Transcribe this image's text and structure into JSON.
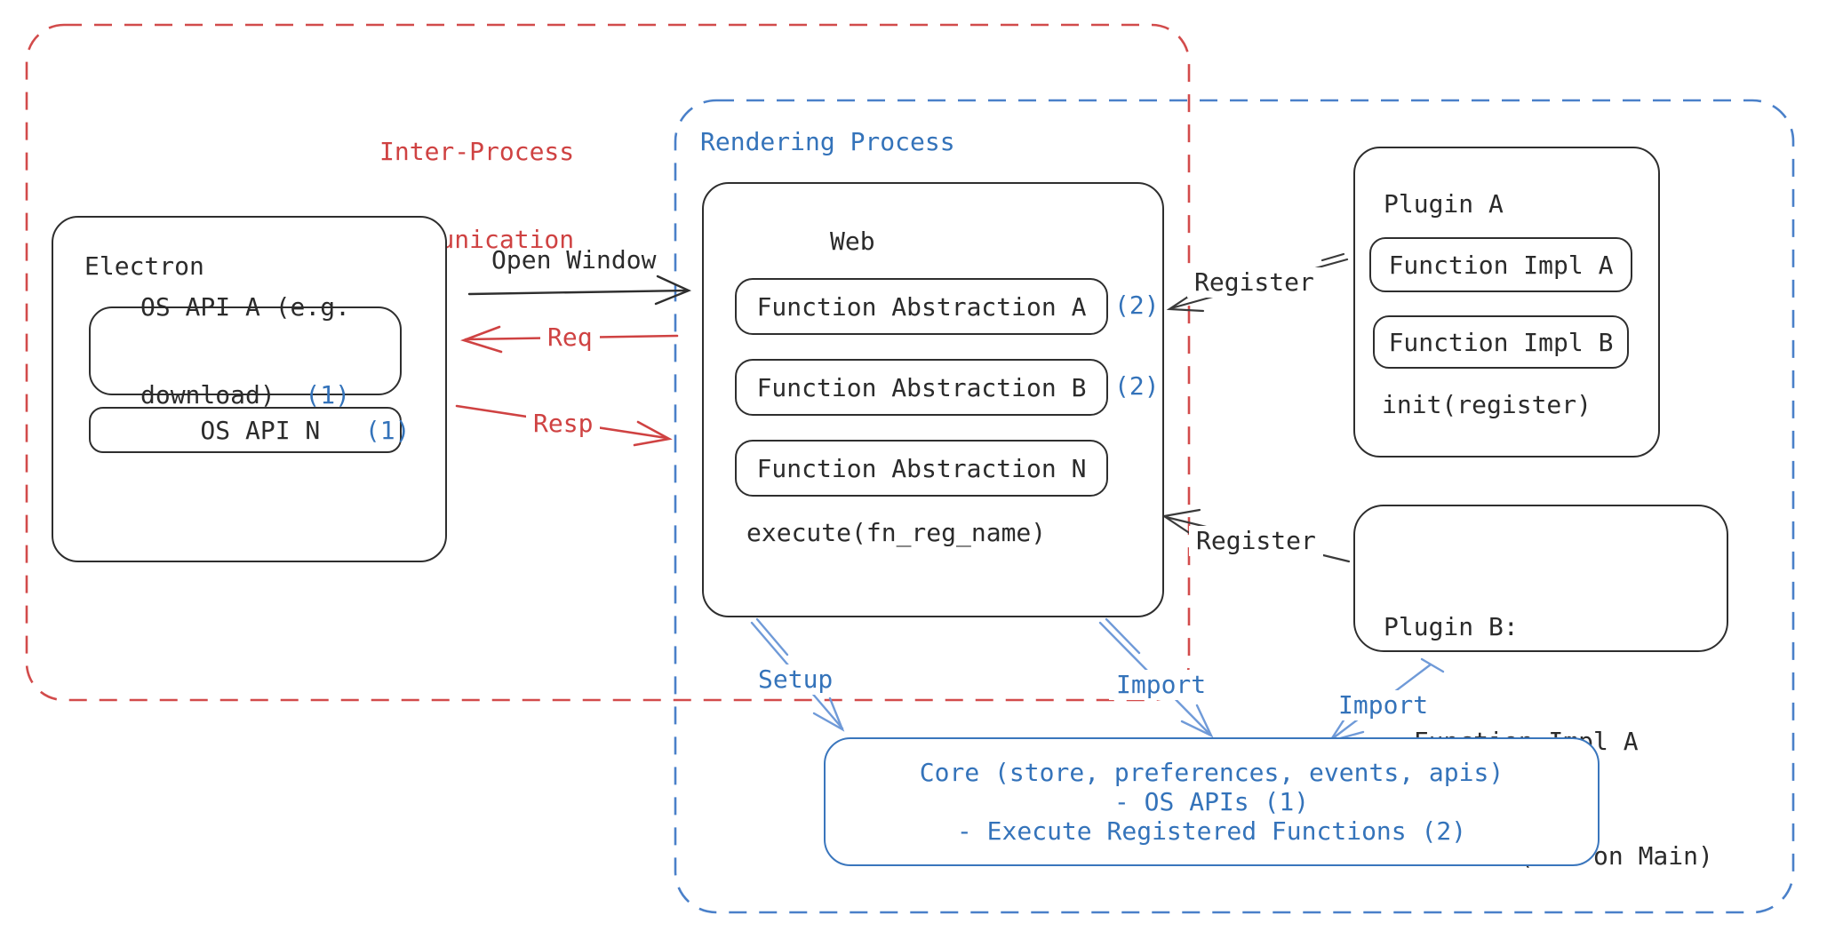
{
  "colors": {
    "red": "#cf4242",
    "blue": "#3473ba",
    "light_blue_arrow": "#6f9ad8",
    "black": "#2b2b2b"
  },
  "ipc_boundary": {
    "label_line1": "Inter-Process",
    "label_line2": "Communication"
  },
  "rendering_boundary": {
    "label": "Rendering Process"
  },
  "electron": {
    "title": "Electron",
    "os_api_a": {
      "line1": "OS API A (e.g.",
      "line2": "download)",
      "badge": "(1)"
    },
    "os_api_n": {
      "label": "OS API N",
      "badge": "(1)"
    }
  },
  "arrows": {
    "open_window": "Open Window",
    "req": "Req",
    "resp": "Resp",
    "register_a": "Register",
    "register_b": "Register",
    "setup": "Setup",
    "import_web": "Import",
    "import_plugin_b": "Import"
  },
  "web": {
    "title": "Web",
    "items": [
      {
        "label": "Function Abstraction A",
        "badge": "(2)"
      },
      {
        "label": "Function Abstraction B",
        "badge": "(2)"
      },
      {
        "label": "Function Abstraction N",
        "badge": ""
      }
    ],
    "execute": "execute(fn_reg_name)"
  },
  "plugin_a": {
    "title": "Plugin A",
    "impl_a": "Function Impl A",
    "impl_b": "Function Impl B",
    "init": "init(register)"
  },
  "plugin_b": {
    "title": "Plugin B:",
    "lines": [
      "- Function Impl A",
      "- Module (run on Main)"
    ]
  },
  "core": {
    "lines": [
      "Core (store, preferences, events, apis)",
      "- OS APIs (1)",
      "- Execute Registered Functions (2)"
    ]
  }
}
